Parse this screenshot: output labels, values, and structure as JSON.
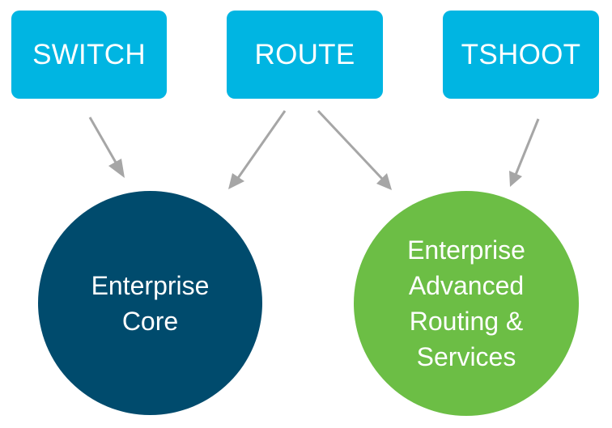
{
  "colors": {
    "box_fill": "#00b5e2",
    "core_fill": "#004b6d",
    "advanced_fill": "#6cbe45",
    "arrow": "#a6a6a6",
    "text": "#ffffff"
  },
  "exams": {
    "switch": "SWITCH",
    "route": "ROUTE",
    "tshoot": "TSHOOT"
  },
  "tracks": {
    "core": {
      "lines": [
        "Enterprise",
        "Core"
      ]
    },
    "advanced": {
      "lines": [
        "Enterprise",
        "Advanced",
        "Routing &",
        "Services"
      ]
    }
  }
}
